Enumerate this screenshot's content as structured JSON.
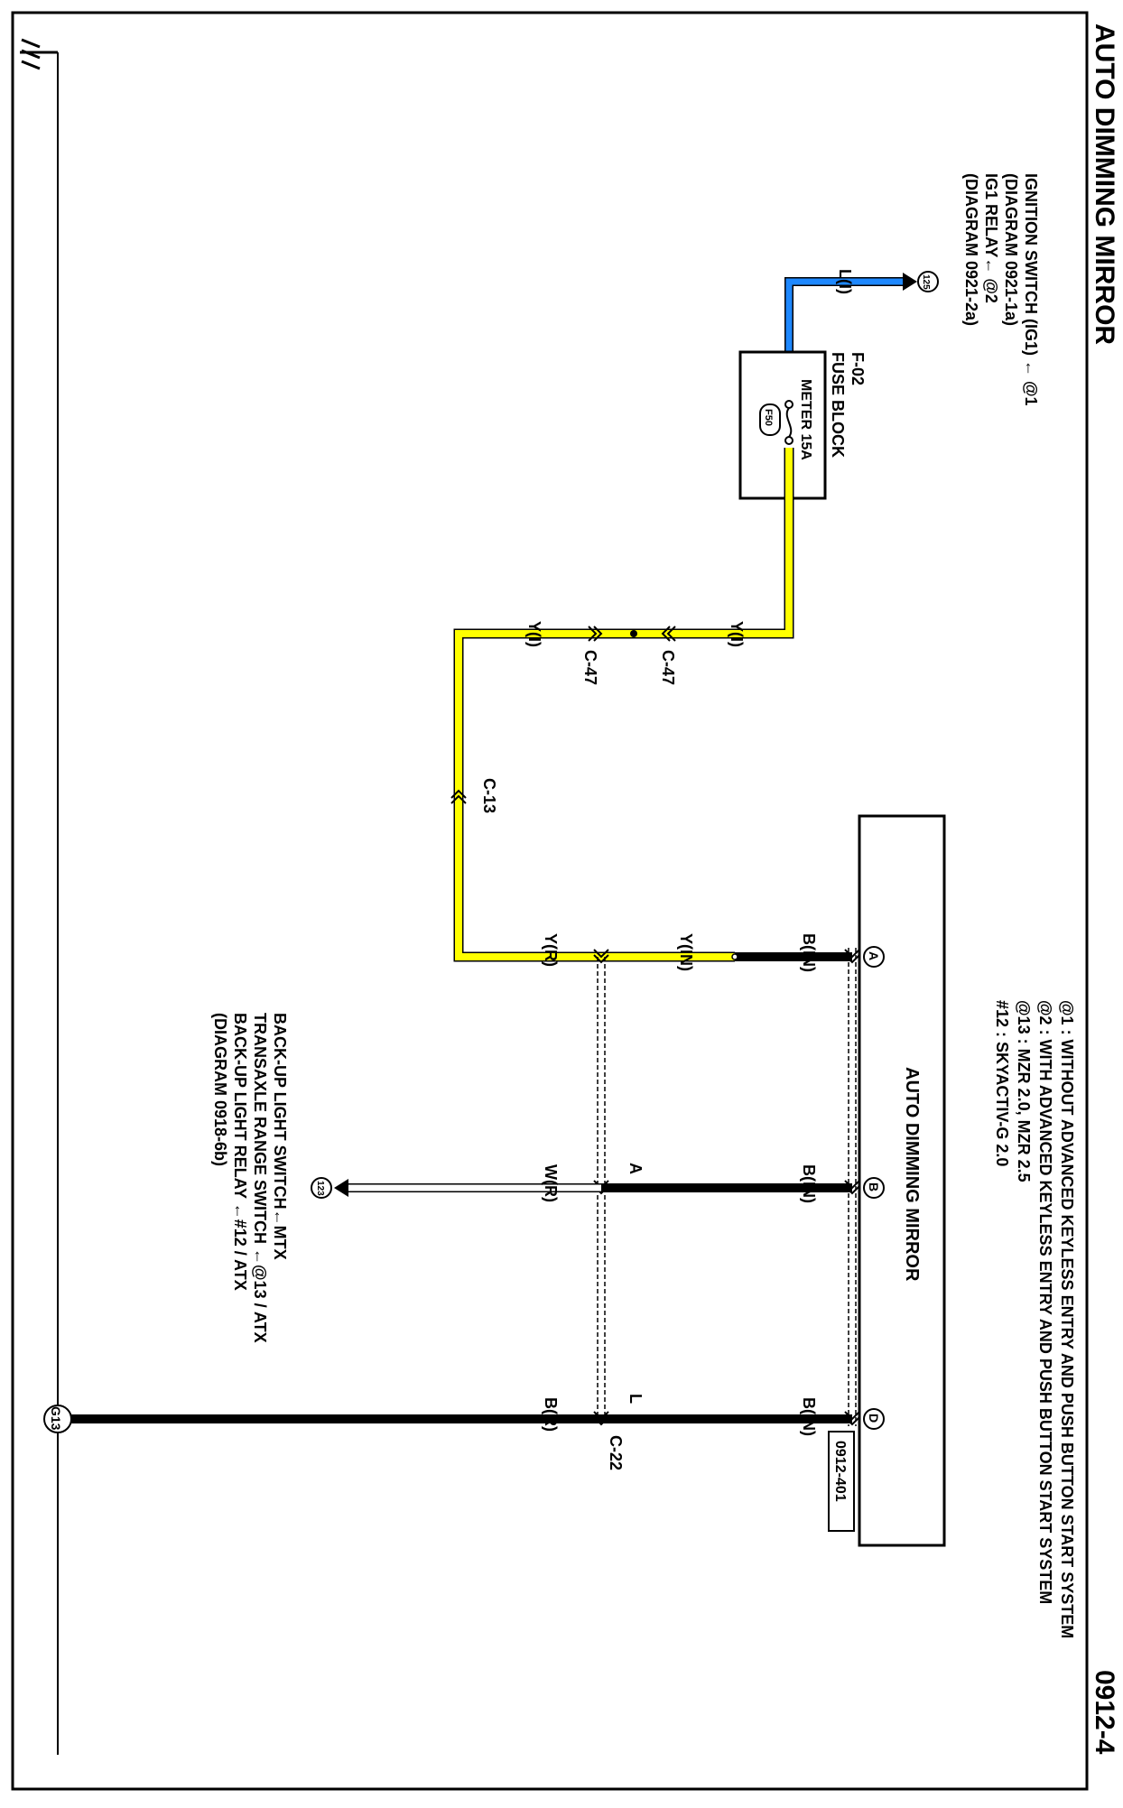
{
  "page": {
    "title": "AUTO DIMMING MIRROR",
    "diagram_number": "0912-4"
  },
  "colors": {
    "wire_yellow": "#ffff00",
    "wire_blue": "#1e88ff",
    "wire_black": "#000000",
    "wire_white": "#ffffff"
  },
  "notes": [
    "@1 : WITHOUT ADVANCED KEYLESS ENTRY AND PUSH BUTTON START SYSTEM",
    "@2 : WITH ADVANCED KEYLESS ENTRY AND PUSH BUTTON START SYSTEM",
    "@13 : MZR 2.0, MZR 2.5",
    "#12 : SKYACTIV-G 2.0"
  ],
  "source_top": {
    "lines": [
      "IGNITION SWITCH (IG1) ← @1",
      "(DIAGRAM  0921-1a)",
      "IG1 RELAY←  @2",
      "(DIAGRAM  0921-2a)"
    ],
    "terminal": "125",
    "wire_label": "L(I)"
  },
  "fuse_block": {
    "code": "F-02",
    "name": "FUSE BLOCK",
    "fuse": "METER 15A",
    "fuse_id": "F50"
  },
  "connectors": {
    "c47_a": "C-47",
    "c47_b": "C-47",
    "c13": "C-13",
    "c22": "C-22"
  },
  "wire_labels": {
    "y_i_1": "Y(I)",
    "y_i_2": "Y(I)",
    "y_r": "Y(R)",
    "y_in": "Y(IN)",
    "b_in_a": "B(IN)",
    "b_in_b": "B(IN)",
    "b_in_d": "B(IN)",
    "w_r": "W(R)",
    "b_r": "B(R)",
    "pin_a": "A",
    "pin_l": "L"
  },
  "mirror": {
    "name": "AUTO DIMMING MIRROR",
    "ref": "0912-401",
    "terminals": [
      "A",
      "B",
      "D"
    ]
  },
  "source_bottom": {
    "lines": [
      "BACK-UP LIGHT SWITCH←MTX",
      "TRANSAXLE RANGE SWITCH ←@13 / ATX",
      "BACK-UP LIGHT RELAY  ←#12 / ATX",
      "(DIAGRAM  0918-6b)"
    ],
    "terminal": "123"
  },
  "ground": {
    "id": "G13"
  }
}
